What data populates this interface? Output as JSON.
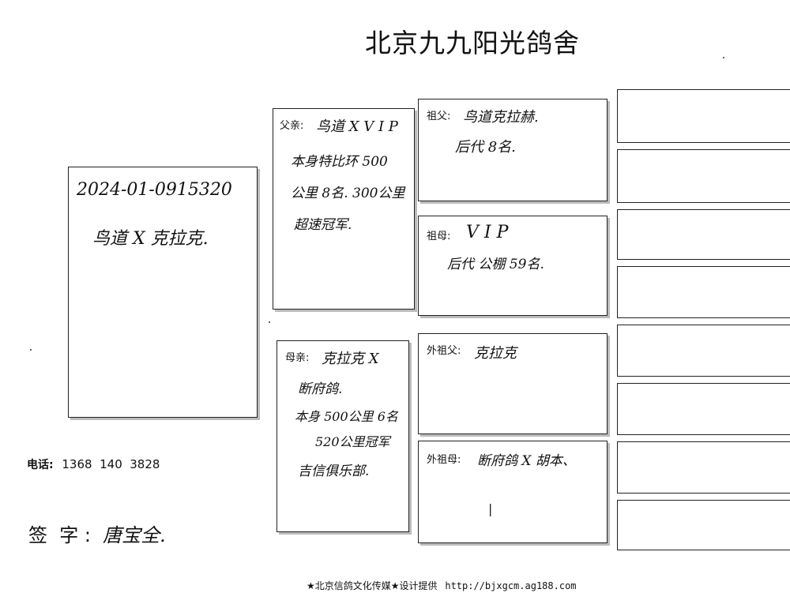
{
  "title": "北京九九阳光鸽舍",
  "bird": {
    "ring": "2024-01-0915320",
    "breed": "鸟道 X 克拉克."
  },
  "father": {
    "label": "父亲:",
    "lines": [
      "鸟道 X V I P",
      "本身特比环 500",
      "公里 8名. 300公里",
      "超速冠军."
    ]
  },
  "mother": {
    "label": "母亲:",
    "lines": [
      "克拉克 X",
      "断府鸽.",
      "本身 500公里 6名",
      "520公里冠军",
      "吉信俱乐部."
    ]
  },
  "pgf": {
    "label": "祖父:",
    "lines": [
      "鸟道克拉赫.",
      "后代 8名."
    ]
  },
  "pgm": {
    "label": "祖母:",
    "lines": [
      "V I P",
      "后代 公棚 59名."
    ]
  },
  "mgf": {
    "label": "外祖父:",
    "lines": [
      "克拉克"
    ]
  },
  "mgm": {
    "label": "外祖母:",
    "lines": [
      "断府鸽 X 胡本、",
      "|"
    ]
  },
  "contact": {
    "label": "电话:",
    "phone": "1368  140  3828"
  },
  "signature": {
    "label": "签  字 :",
    "name": "唐宝全."
  },
  "footer": {
    "text": "★北京信鸽文化传媒★设计提供",
    "url": "http://bjxgcm.ag188.com"
  }
}
